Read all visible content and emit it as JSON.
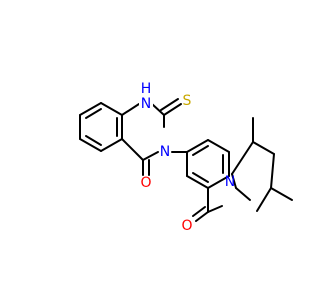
{
  "molecule": {
    "atoms": {
      "n1": {
        "label": "N",
        "sub": "H",
        "color": "#0000ff"
      },
      "s": {
        "label": "S",
        "color": "#c8a800"
      },
      "n3": {
        "label": "N",
        "color": "#0000ff"
      },
      "o4": {
        "label": "O",
        "color": "#ff0000"
      },
      "o_amide": {
        "label": "O",
        "color": "#ff0000"
      },
      "n_pip": {
        "label": "N",
        "color": "#0000ff"
      }
    },
    "bond_color": "#000000"
  }
}
